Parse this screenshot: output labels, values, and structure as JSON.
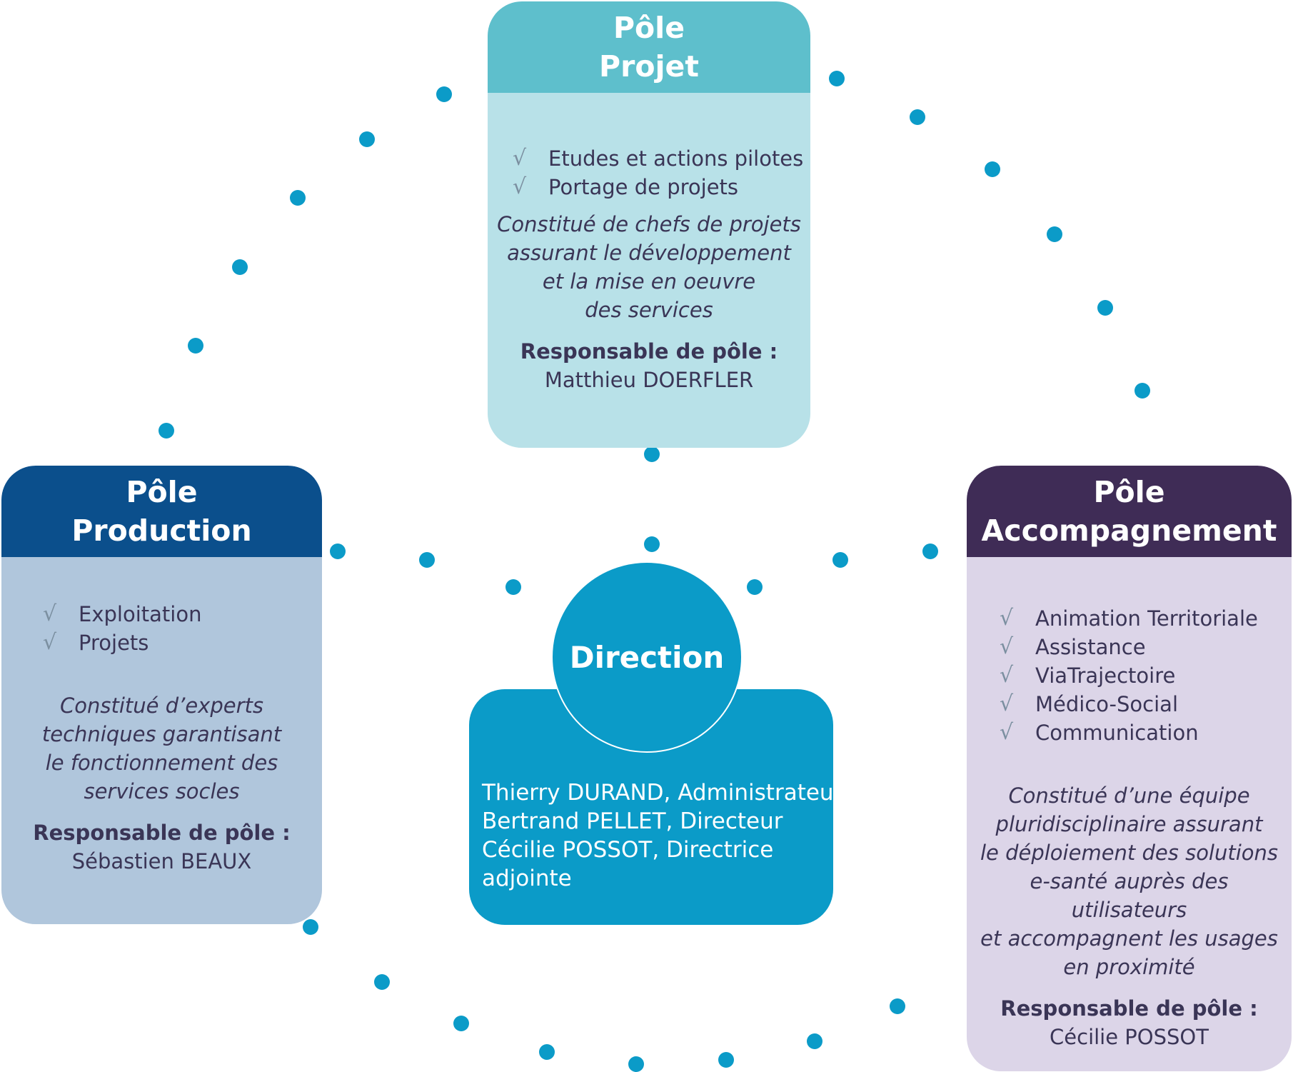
{
  "colors": {
    "dot": "#0b9bc8",
    "projet_head": "#5ebfcc",
    "projet_body": "#b8e1e8",
    "production_head": "#0b4f8c",
    "production_body": "#b0c6dc",
    "accomp_head": "#3f2c56",
    "accomp_body": "#dcd5e8",
    "direction": "#0b9bc8"
  },
  "check_symbol": "√",
  "poles": {
    "projet": {
      "title_line1": "Pôle",
      "title_line2": "Projet",
      "items": [
        "Etudes et actions pilotes",
        "Portage de projets"
      ],
      "description": "Constitué de chefs de projets\nassurant le développement\net la mise en oeuvre\ndes services",
      "responsable_label": "Responsable de pôle :",
      "responsable_name": "Matthieu DOERFLER"
    },
    "production": {
      "title_line1": "Pôle",
      "title_line2": "Production",
      "items": [
        "Exploitation",
        "Projets"
      ],
      "description": "Constitué d’experts\ntechniques garantisant\nle fonctionnement des\nservices socles",
      "responsable_label": "Responsable de pôle :",
      "responsable_name": "Sébastien BEAUX"
    },
    "accompagnement": {
      "title_line1": "Pôle",
      "title_line2": "Accompagnement",
      "items": [
        "Animation Territoriale",
        "Assistance",
        "ViaTrajectoire",
        "Médico-Social",
        "Communication"
      ],
      "description": "Constitué d’une équipe\npluridisciplinaire assurant\nle déploiement des solutions\ne-santé auprès des utilisateurs\net accompagnent les usages\nen proximité",
      "responsable_label": "Responsable de pôle :",
      "responsable_name": "Cécilie POSSOT"
    }
  },
  "direction": {
    "title": "Direction",
    "team": [
      "Thierry DURAND, Administrateur",
      "Bertrand PELLET, Directeur",
      "Cécilie POSSOT, Directrice",
      "adjointe"
    ]
  }
}
